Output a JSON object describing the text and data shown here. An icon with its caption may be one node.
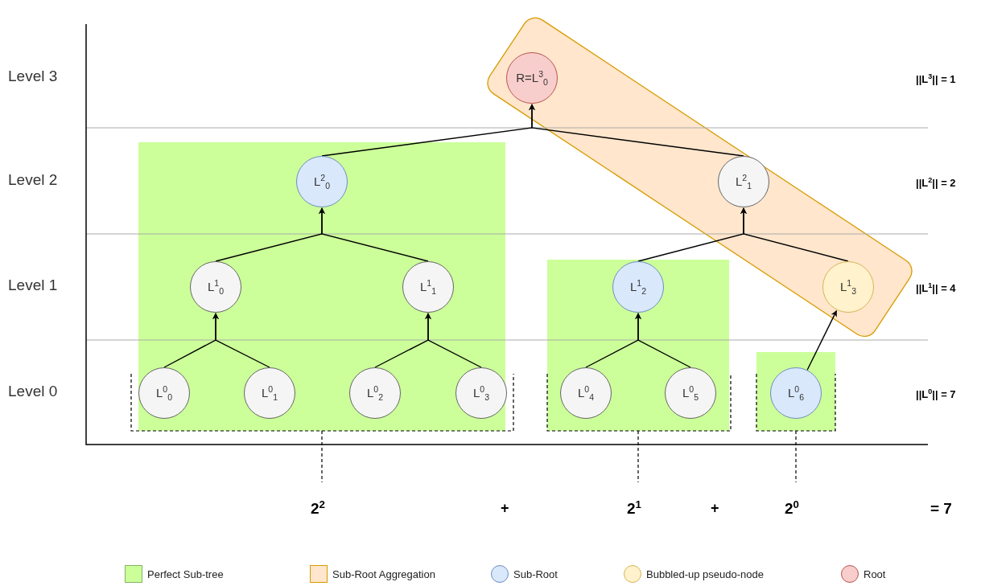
{
  "diagram": {
    "nodes": [
      {
        "text": [],
        "shape": "box"
      },
      {
        "text": [
          "R=L$^{3}$$_{0}$"
        ],
        "in": 0
      },
      {
        "text": [],
        "shape": "box"
      },
      {
        "text": [
          "L$^{2}$$_{0}$"
        ],
        "in": 2
      },
      {
        "text": [
          "L$^{2}$$_{1}$"
        ],
        "in": 0
      },
      {
        "text": [
          "L$^{1}$$_{0}$"
        ],
        "in": 2
      },
      {
        "text": [
          "L$^{1}$$_{1}$"
        ],
        "in": 2
      },
      {
        "text": [],
        "shape": "box"
      },
      {
        "text": [
          "L$^{1}$$_{2}$"
        ]
      },
      {
        "text": [
          "L$^{1}$$_{3}$"
        ],
        "in": 0
      },
      {
        "text": [
          "L$^{0}$$_{0}$"
        ],
        "in": 2
      },
      {
        "text": [
          "L$^{0}$$_{1}$"
        ],
        "in": 2
      },
      {
        "text": [
          "L$^{0}$$_{2}$"
        ],
        "in": 2
      },
      {
        "text": [
          "L$^{0}$$_{3}$"
        ],
        "in": 2
      },
      {
        "text": [
          "L$^{0}$$_{4}$"
        ],
        "in": 7
      },
      {
        "text": [
          "L$^{0}$$_{5}$"
        ],
        "in": 7
      },
      {
        "text": [],
        "shape": "box"
      },
      {
        "text": [
          "L$^{0}$$_{6}$"
        ],
        "in": 16
      }
    ],
    "edges": [
      {
        "from": 3,
        "to": 1,
        "arrow": "to"
      },
      {
        "from": 4,
        "to": 1,
        "arrow": "to"
      },
      {
        "from": 5,
        "to": 3,
        "arrow": "to"
      },
      {
        "from": 6,
        "to": 3,
        "arrow": "to"
      },
      {
        "from": 8,
        "to": 4,
        "arrow": "to"
      },
      {
        "from": 9,
        "to": 4,
        "arrow": "to"
      },
      {
        "from": 10,
        "to": 5,
        "arrow": "to"
      },
      {
        "from": 11,
        "to": 5,
        "arrow": "to"
      },
      {
        "from": 12,
        "to": 6,
        "arrow": "to"
      },
      {
        "from": 13,
        "to": 6,
        "arrow": "to"
      },
      {
        "from": 14,
        "to": 8,
        "arrow": "to"
      },
      {
        "from": 15,
        "to": 8,
        "arrow": "to"
      },
      {
        "from": 17,
        "to": 9,
        "arrow": "to"
      }
    ],
    "labels": [
      "Level 3",
      "||L$^{3}$|| = 1",
      "Level 2",
      "||L$^{2}$|| = 2",
      "Level 1",
      "||L$^{1}$|| = 4",
      "Level 0",
      "||L$^{0}$|| = 7",
      "2$^{2}$",
      "+",
      "2$^{1}$",
      "+",
      "2$^{0}$",
      "= 7"
    ],
    "legend": [
      {
        "text": "Perfect Sub-tree",
        "color": "#ccff99"
      },
      {
        "text": "Sub-Root Aggregation",
        "color": "#ffe6cc"
      },
      {
        "text": "Sub-Root",
        "color": "#dae8fc"
      },
      {
        "text": "Bubbled-up pseudo-node",
        "color": "#fff2cc"
      },
      {
        "text": "Root",
        "color": "#f8cecc"
      }
    ]
  }
}
